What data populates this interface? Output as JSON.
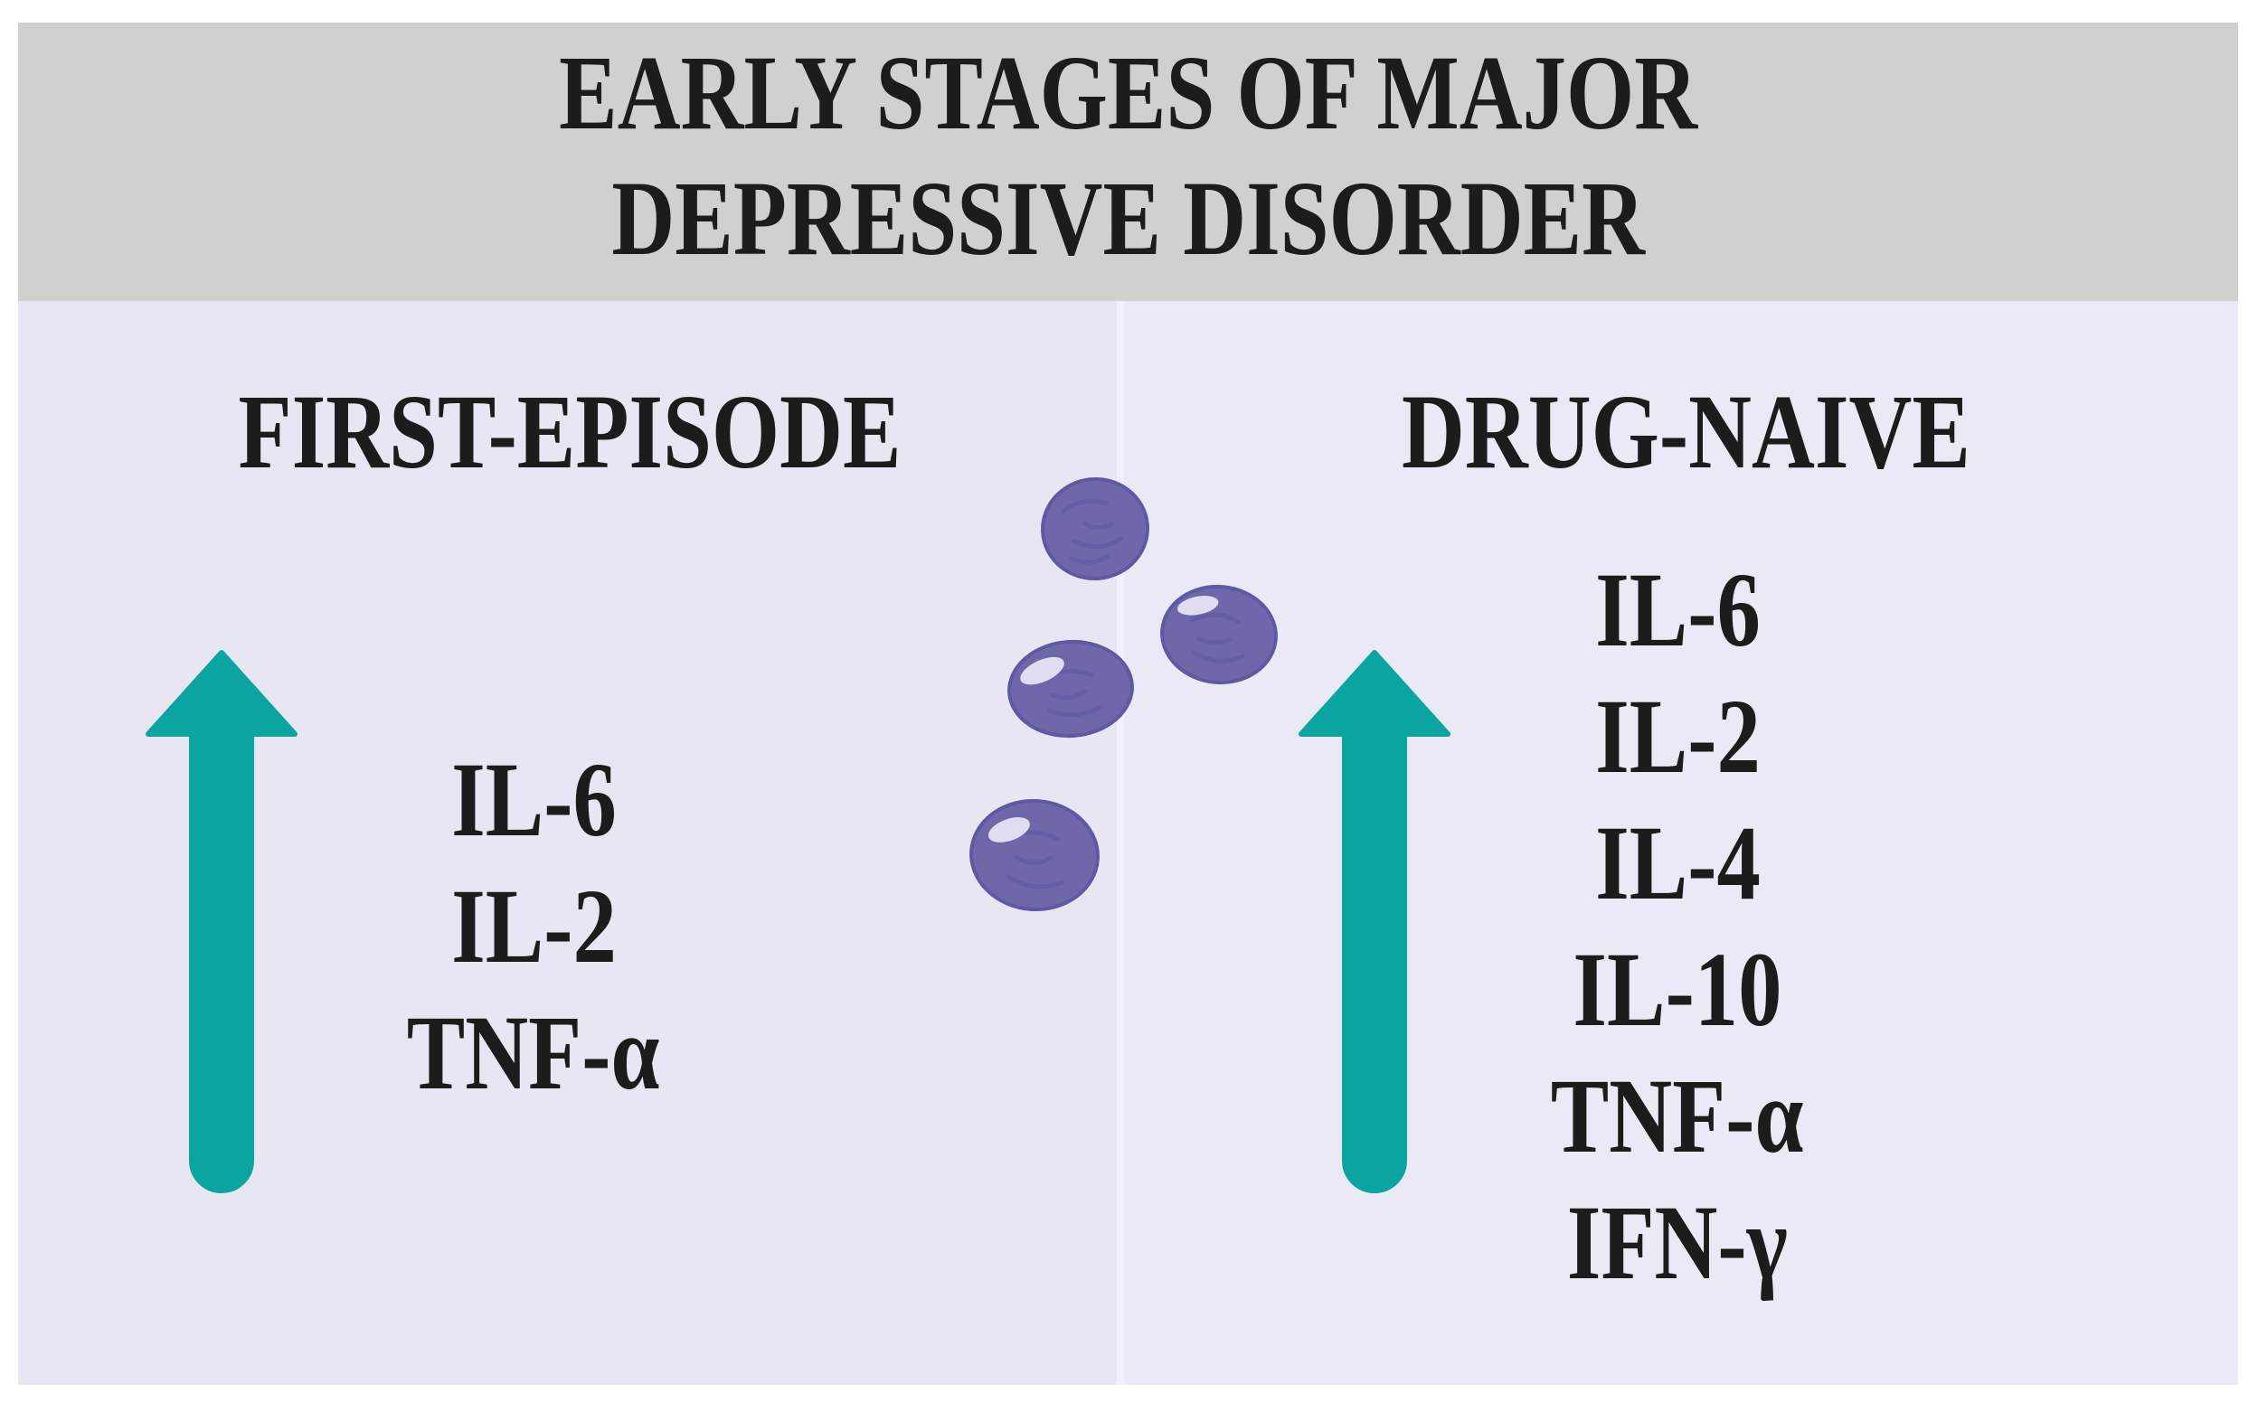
{
  "figure": {
    "title_lines": [
      "EARLY STAGES OF MAJOR",
      "DEPRESSIVE DISORDER"
    ],
    "columns": [
      {
        "heading": "FIRST-EPISODE",
        "trend": "increase",
        "markers": [
          "IL-6",
          "IL-2",
          "TNF-α"
        ]
      },
      {
        "heading": "DRUG-NAIVE",
        "trend": "increase",
        "markers": [
          "IL-6",
          "IL-2",
          "IL-4",
          "IL-10",
          "TNF-α",
          "IFN-γ"
        ]
      }
    ],
    "cells": {
      "icon": "immune-cell-icon",
      "count": 4
    },
    "colors": {
      "header_bg": "#d0d0cf",
      "body_bg_left": "#e8e6f2",
      "body_bg_right": "#ebe9f5",
      "arrow": "#0aa5a1",
      "cell_fill": "#6e68ab",
      "cell_rim": "#5f59a3",
      "cell_mottle": "#5b55a0",
      "cell_highlight": "#e6e4f3",
      "text": "#1c1c1c"
    }
  }
}
